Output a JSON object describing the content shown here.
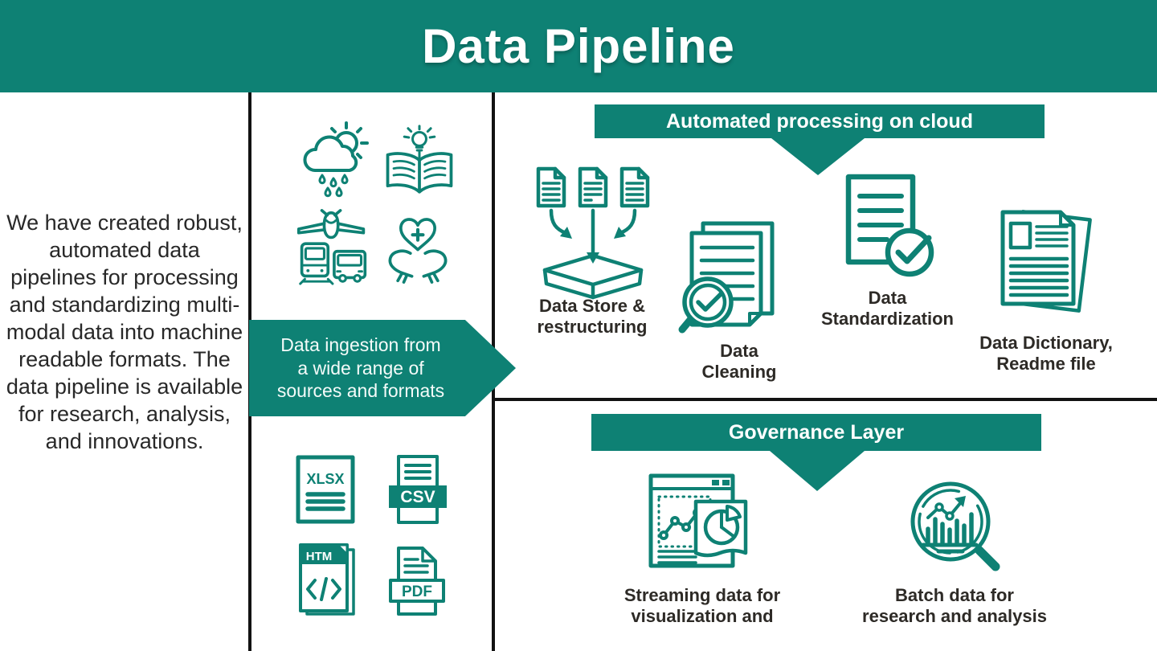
{
  "header": {
    "title": "Data Pipeline"
  },
  "colors": {
    "teal": "#0e8174",
    "divider_black": "#121212",
    "banner_text": "#ffffff",
    "label_text": "#2d2a26",
    "paragraph_text": "#282828"
  },
  "intro": {
    "text": "We have created robust, automated data pipelines for processing and standardizing multi-modal data into machine readable formats. The data pipeline is available for research, analysis, and innovations."
  },
  "ingestion": {
    "banner_lines": [
      "Data ingestion from",
      "a wide range of",
      "sources and formats"
    ]
  },
  "source_icons": [
    {
      "name": "weather-icon",
      "meaning": "cloud with rain and sun"
    },
    {
      "name": "education-icon",
      "meaning": "open book with lightbulb"
    },
    {
      "name": "transport-icon",
      "meaning": "plane, train and bus"
    },
    {
      "name": "health-icon",
      "meaning": "hands holding heart with medical cross"
    }
  ],
  "format_icons": {
    "xlsx_label": "XLSX",
    "csv_label": "CSV",
    "htm_label": "HTM",
    "pdf_label": "PDF"
  },
  "processing": {
    "banner": "Automated processing on cloud",
    "steps": [
      {
        "icon": "data-store-icon",
        "label_line1": "Data Store &",
        "label_line2": "restructuring"
      },
      {
        "icon": "data-cleaning-icon",
        "label_line1": "Data",
        "label_line2": "Cleaning"
      },
      {
        "icon": "data-standardization-icon",
        "label_line1": "Data",
        "label_line2": "Standardization"
      },
      {
        "icon": "data-dictionary-icon",
        "label_line1": "Data Dictionary,",
        "label_line2": "Readme file"
      }
    ]
  },
  "governance": {
    "banner": "Governance Layer",
    "outputs": [
      {
        "icon": "streaming-data-icon",
        "label_line1": "Streaming data for",
        "label_line2": "visualization and"
      },
      {
        "icon": "batch-data-icon",
        "label_line1": "Batch data for",
        "label_line2": "research and analysis"
      }
    ]
  }
}
